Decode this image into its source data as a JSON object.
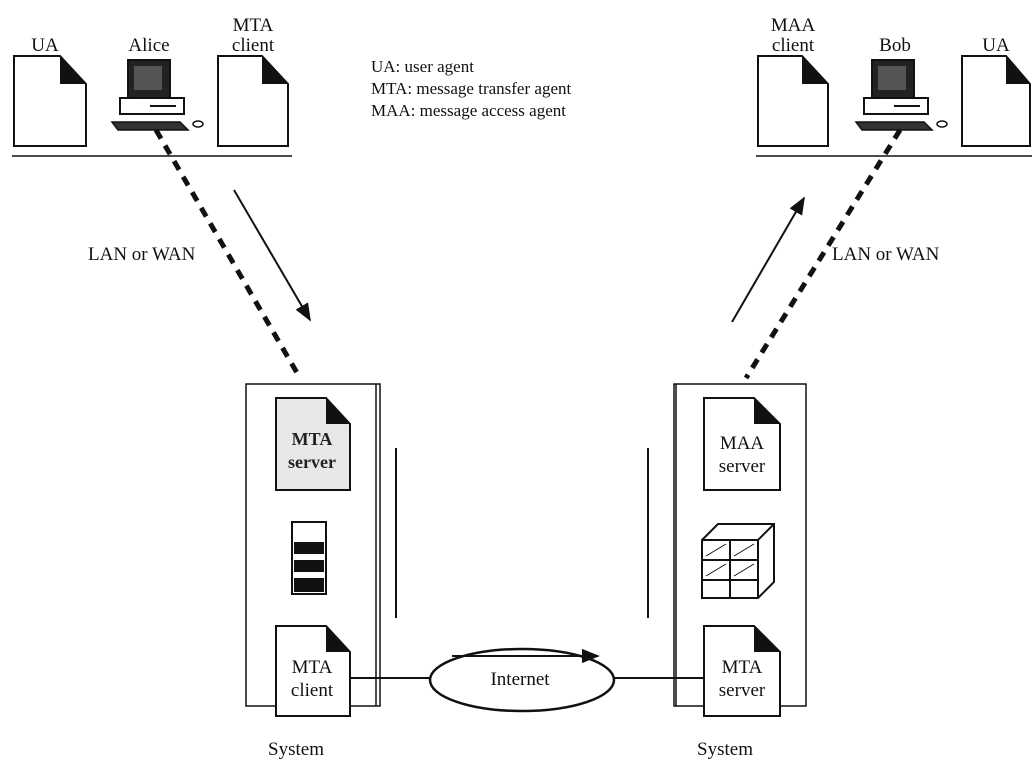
{
  "legend": [
    "UA: user agent",
    "MTA: message transfer agent",
    "MAA: message access agent"
  ],
  "alice_side": {
    "ua_label": "UA",
    "user_label": "Alice",
    "mta_client_label_line1": "MTA",
    "mta_client_label_line2": "client",
    "link_label": "LAN or WAN"
  },
  "bob_side": {
    "maa_client_label_line1": "MAA",
    "maa_client_label_line2": "client",
    "user_label": "Bob",
    "ua_label": "UA",
    "link_label": "LAN or WAN"
  },
  "sender_system": {
    "label": "System",
    "server_line1": "MTA",
    "server_line2": "server",
    "client_line1": "MTA",
    "client_line2": "client"
  },
  "receiver_system": {
    "label": "System",
    "maa_line1": "MAA",
    "maa_line2": "server",
    "mta_line1": "MTA",
    "mta_line2": "server"
  },
  "network": {
    "label": "Internet"
  }
}
